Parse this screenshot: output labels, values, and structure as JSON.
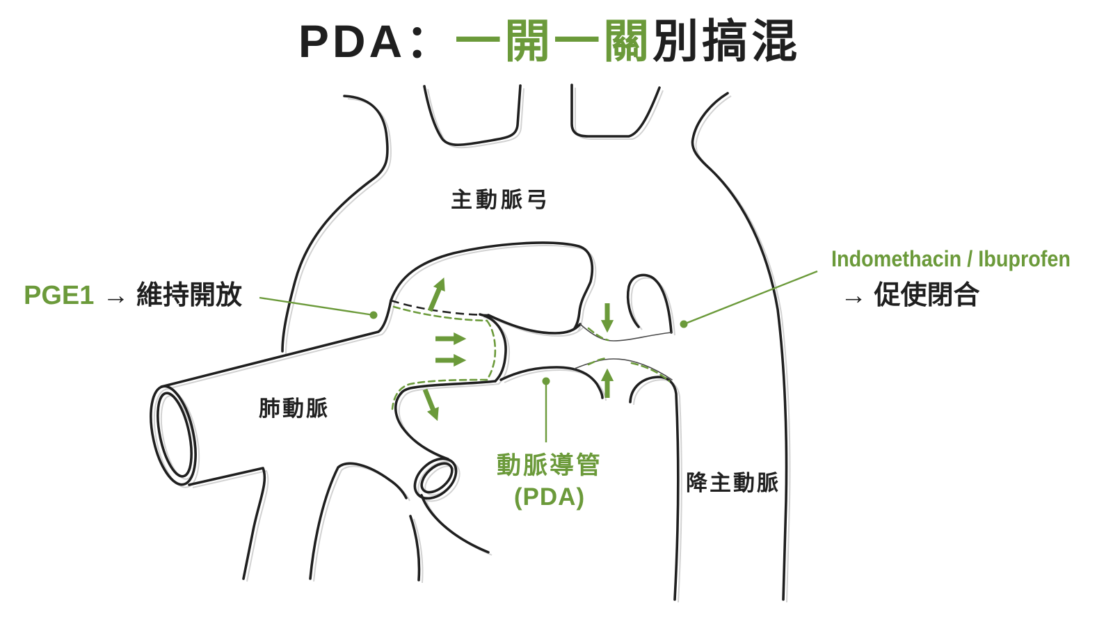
{
  "title": {
    "prefix": "PDA：",
    "highlight": "一開一關",
    "suffix": "別搞混"
  },
  "labels": {
    "aortic_arch": "主動脈弓",
    "pulmonary_artery": "肺動脈",
    "descending_aorta": "降主動脈",
    "ductus_name": "動脈導管",
    "ductus_abbr": "(PDA)"
  },
  "annotations": {
    "open": {
      "drug": "PGE1",
      "effect": "→ 維持開放"
    },
    "close": {
      "drug": "Indomethacin / Ibuprofen",
      "effect": "→ 促使閉合"
    }
  },
  "colors": {
    "accent": "#6b9a3a",
    "ink": "#1f1f1f",
    "background": "#ffffff"
  }
}
